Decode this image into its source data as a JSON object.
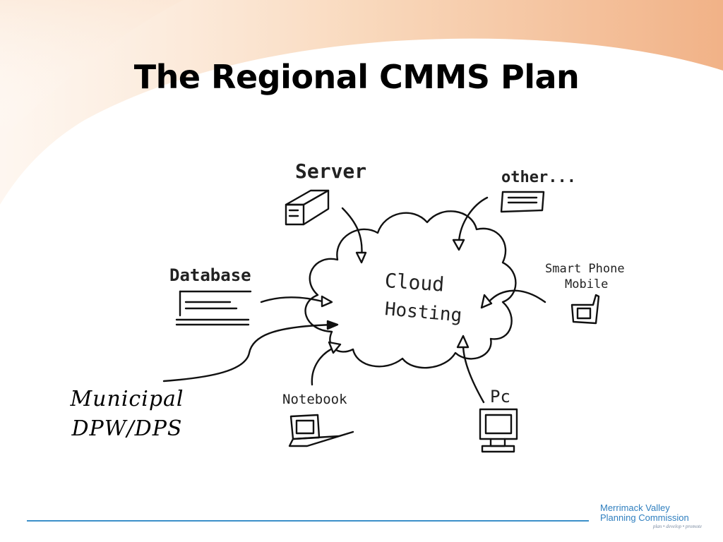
{
  "slide": {
    "title": "The Regional CMMS Plan",
    "accent_color": "#f3b98f",
    "footer_line_color": "#3b8fc9"
  },
  "diagram": {
    "center": {
      "line1": "Cloud",
      "line2": "Hosting"
    },
    "nodes": {
      "server": "Server",
      "other": "other...",
      "database": "Database",
      "smartphone_line1": "Smart Phone",
      "smartphone_line2": "Mobile",
      "notebook": "Notebook",
      "pc": "Pc"
    },
    "callout": {
      "line1": "Municipal",
      "line2": "DPW/DPS"
    }
  },
  "logo": {
    "line1": "Merrimack Valley",
    "line2": "Planning Commission",
    "tagline": "plan • develop • promote"
  }
}
